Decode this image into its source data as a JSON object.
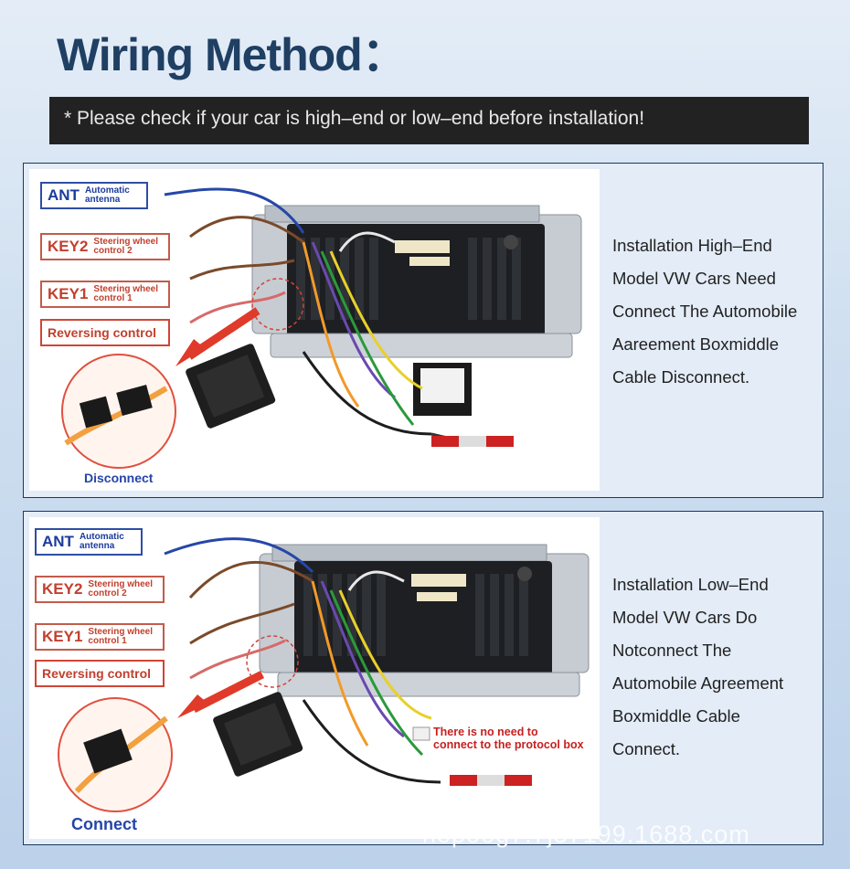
{
  "title": "Wiring Method：",
  "notice": "* Please check if your car is high–end or low–end before installation!",
  "labels": {
    "ant": "ANT",
    "ant_sub": [
      "Automatic",
      "antenna"
    ],
    "key2": "KEY2",
    "key2_sub": [
      "Steering wheel",
      "control 2"
    ],
    "key1": "KEY1",
    "key1_sub": [
      "Steering wheel",
      "control 1"
    ],
    "reversing": "Reversing control"
  },
  "panels": [
    {
      "caption": "Disconnect",
      "description": [
        "Installation High–End",
        "Model VW Cars Need",
        "Connect The Automobile",
        "Aareement Boxmiddle",
        "Cable Disconnect."
      ]
    },
    {
      "caption": "Connect",
      "note": [
        "There is no need to",
        "connect to the protocol box"
      ],
      "description": [
        "Installation Low–End",
        "Model VW Cars Do",
        "Notconnect The",
        "Automobile Agreement",
        "Boxmiddle Cable",
        "Connect."
      ]
    }
  ],
  "watermark": "hopoog7.7j37199.1688.com",
  "colors": {
    "title": "#1f3f63",
    "label_red": "#c2402e",
    "label_blue": "#1c3b9c",
    "arrow": "#e03a2a",
    "caption": "#2545a8"
  }
}
